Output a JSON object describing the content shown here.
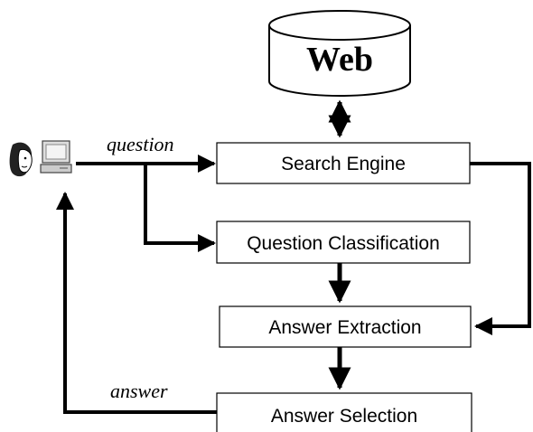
{
  "diagram": {
    "database": {
      "label": "Web"
    },
    "nodes": {
      "search_engine": "Search Engine",
      "question_classification": "Question Classification",
      "answer_extraction": "Answer Extraction",
      "answer_selection": "Answer Selection"
    },
    "edges": {
      "question": "question",
      "answer": "answer"
    },
    "icons": {
      "user": "user-face-icon",
      "computer": "computer-icon"
    }
  }
}
